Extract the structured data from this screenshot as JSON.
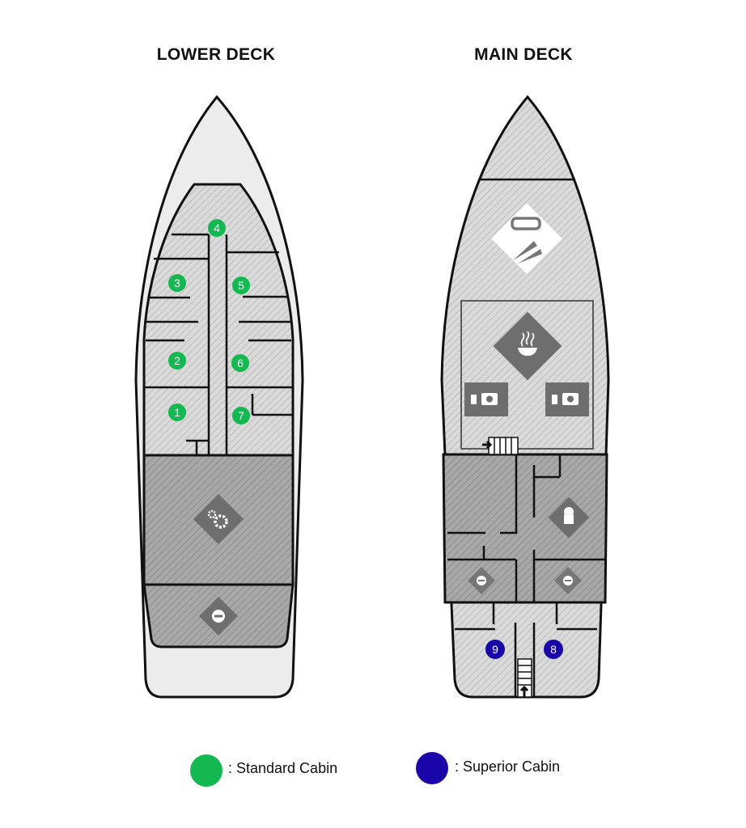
{
  "decks": {
    "lower": {
      "title": "LOWER DECK"
    },
    "main": {
      "title": "MAIN DECK"
    }
  },
  "cabins": {
    "lower": [
      {
        "number": "4",
        "type": "standard"
      },
      {
        "number": "3",
        "type": "standard"
      },
      {
        "number": "5",
        "type": "standard"
      },
      {
        "number": "2",
        "type": "standard"
      },
      {
        "number": "6",
        "type": "standard"
      },
      {
        "number": "1",
        "type": "standard"
      },
      {
        "number": "7",
        "type": "standard"
      }
    ],
    "main": [
      {
        "number": "9",
        "type": "superior"
      },
      {
        "number": "8",
        "type": "superior"
      }
    ]
  },
  "icons": [
    "gear-icon",
    "tank-icon",
    "dive-mask-fins-icon",
    "galley-steam-icon",
    "camera-station-icon",
    "chef-hat-icon",
    "stairs-icon"
  ],
  "legend": {
    "standard": {
      "label": ": Standard Cabin",
      "color": "#14b850"
    },
    "superior": {
      "label": ": Superior Cabin",
      "color": "#1a06a8"
    }
  }
}
